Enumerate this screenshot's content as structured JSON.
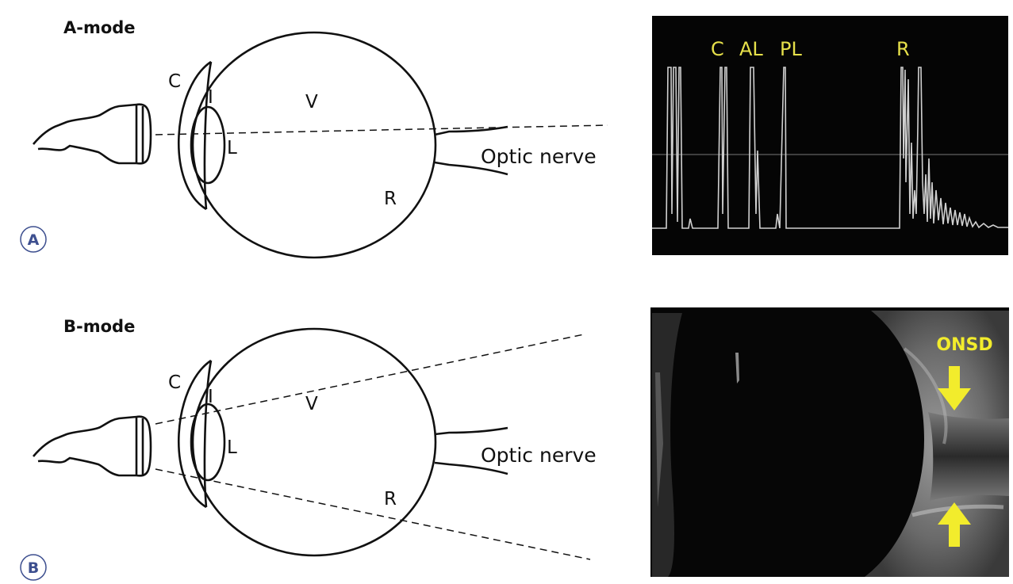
{
  "panels": [
    {
      "badge": "A",
      "title": "A-mode",
      "labels": {
        "cornea": "C",
        "iris": "I",
        "lens": "L",
        "vitreous": "V",
        "retina": "R",
        "nerve": "Optic nerve"
      },
      "scope_labels": [
        "C",
        "AL",
        "PL",
        "R"
      ]
    },
    {
      "badge": "B",
      "title": "B-mode",
      "labels": {
        "cornea": "C",
        "iris": "I",
        "lens": "L",
        "vitreous": "V",
        "retina": "R",
        "nerve": "Optic nerve"
      },
      "ultrasound_label": "ONSD"
    }
  ],
  "colors": {
    "badge": "#3d4f8f",
    "scope_trace": "#c8c8c8",
    "scope_label": "#e6e04a",
    "arrow": "#f2ec2c"
  }
}
